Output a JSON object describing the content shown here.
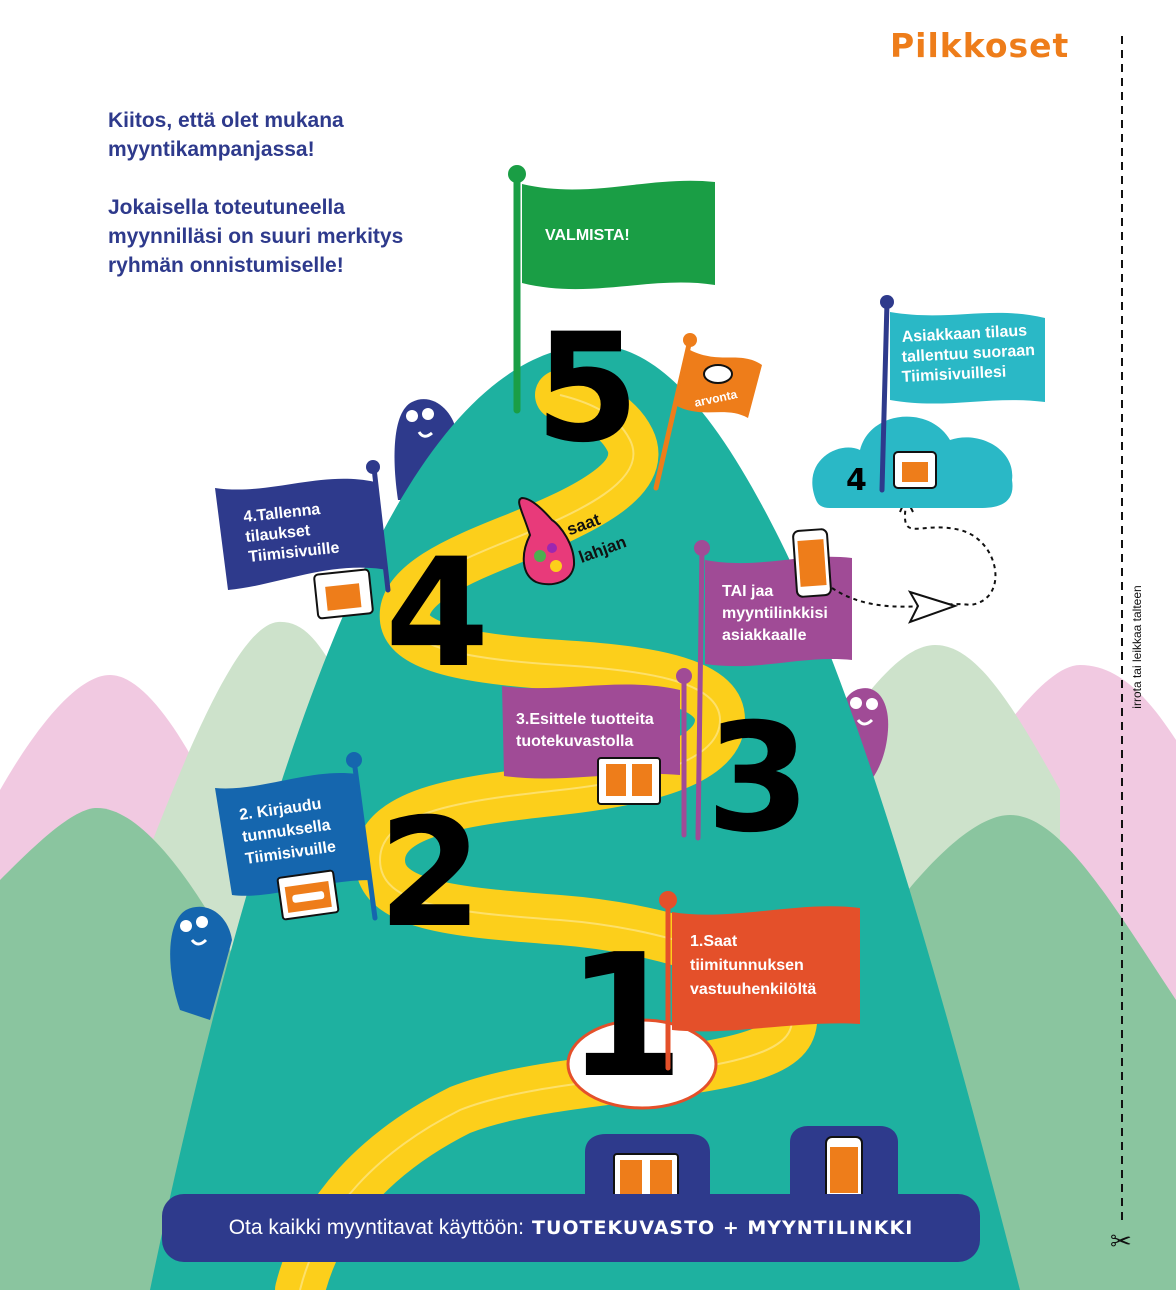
{
  "logo": "Pilkkoset",
  "intro": {
    "line1": "Kiitos, että olet mukana myyntikampanjassa!",
    "line2": "Jokaisella toteutuneella myynnilläsi on suuri merkitys ryhmän onnistumiselle!"
  },
  "cut_label": "irrota tai leikkaa talteen",
  "finish_flag": "VALMISTA!",
  "prize_flag": "arvonta",
  "gift_label": {
    "line1": "saat",
    "line2": "lahjan"
  },
  "steps": [
    {
      "number": "1",
      "lines": [
        "1.Saat",
        "tiimitunnuksen",
        "vastuuhenkilöltä"
      ]
    },
    {
      "number": "2",
      "lines": [
        "2. Kirjaudu",
        "tunnuksella",
        "Tiimisivuille"
      ]
    },
    {
      "number": "3",
      "lines": [
        "3.Esittele tuotteita",
        "tuotekuvastolla"
      ]
    },
    {
      "number": "4",
      "lines": [
        "4.Tallenna",
        "tilaukset",
        "Tiimisivuille"
      ]
    },
    {
      "number": "5",
      "lines": []
    }
  ],
  "share_flag": [
    "TAI jaa",
    "myyntilinkkisi",
    "asiakkaalle"
  ],
  "cloud": {
    "number": "4",
    "lines": [
      "Asiakkaan tilaus",
      "tallentuu suoraan",
      "Tiimisivuillesi"
    ]
  },
  "bottom_bar": {
    "lead": "Ota kaikki myyntitavat käyttöön:",
    "strong": "TUOTEKUVASTO + MYYNTILINKKI"
  },
  "colors": {
    "mountain": "#1eb1a0",
    "path": "#fccf1b",
    "navy": "#2e3a8c",
    "orange": "#ee7d1a",
    "green": "#1a9e45",
    "purple": "#a04b96",
    "blue": "#1566ae",
    "red": "#e4502a",
    "cyan": "#2ab8c6"
  }
}
